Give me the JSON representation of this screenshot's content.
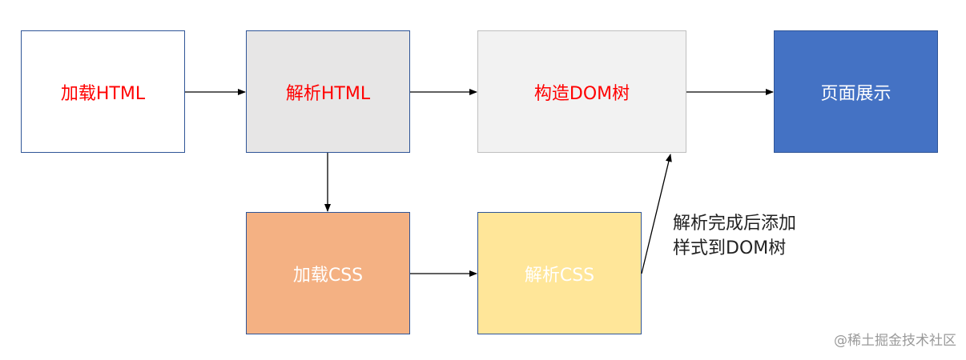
{
  "colors": {
    "text_red": "#ff0000",
    "text_white": "#ffffff",
    "border_blue": "#2f5597",
    "box_white": "#ffffff",
    "box_gray": "#e7e6e6",
    "box_light_gray": "#f2f2f2",
    "box_blue": "#4472c4",
    "box_orange": "#f4b183",
    "box_yellow": "#ffe699",
    "arrow": "#000000"
  },
  "nodes": {
    "load_html": "加载HTML",
    "parse_html": "解析HTML",
    "build_dom": "构造DOM树",
    "page_display": "页面展示",
    "load_css": "加载CSS",
    "parse_css": "解析CSS"
  },
  "note": {
    "line1": "解析完成后添加",
    "line2": "样式到DOM树"
  },
  "watermark": "@稀土掘金技术社区"
}
